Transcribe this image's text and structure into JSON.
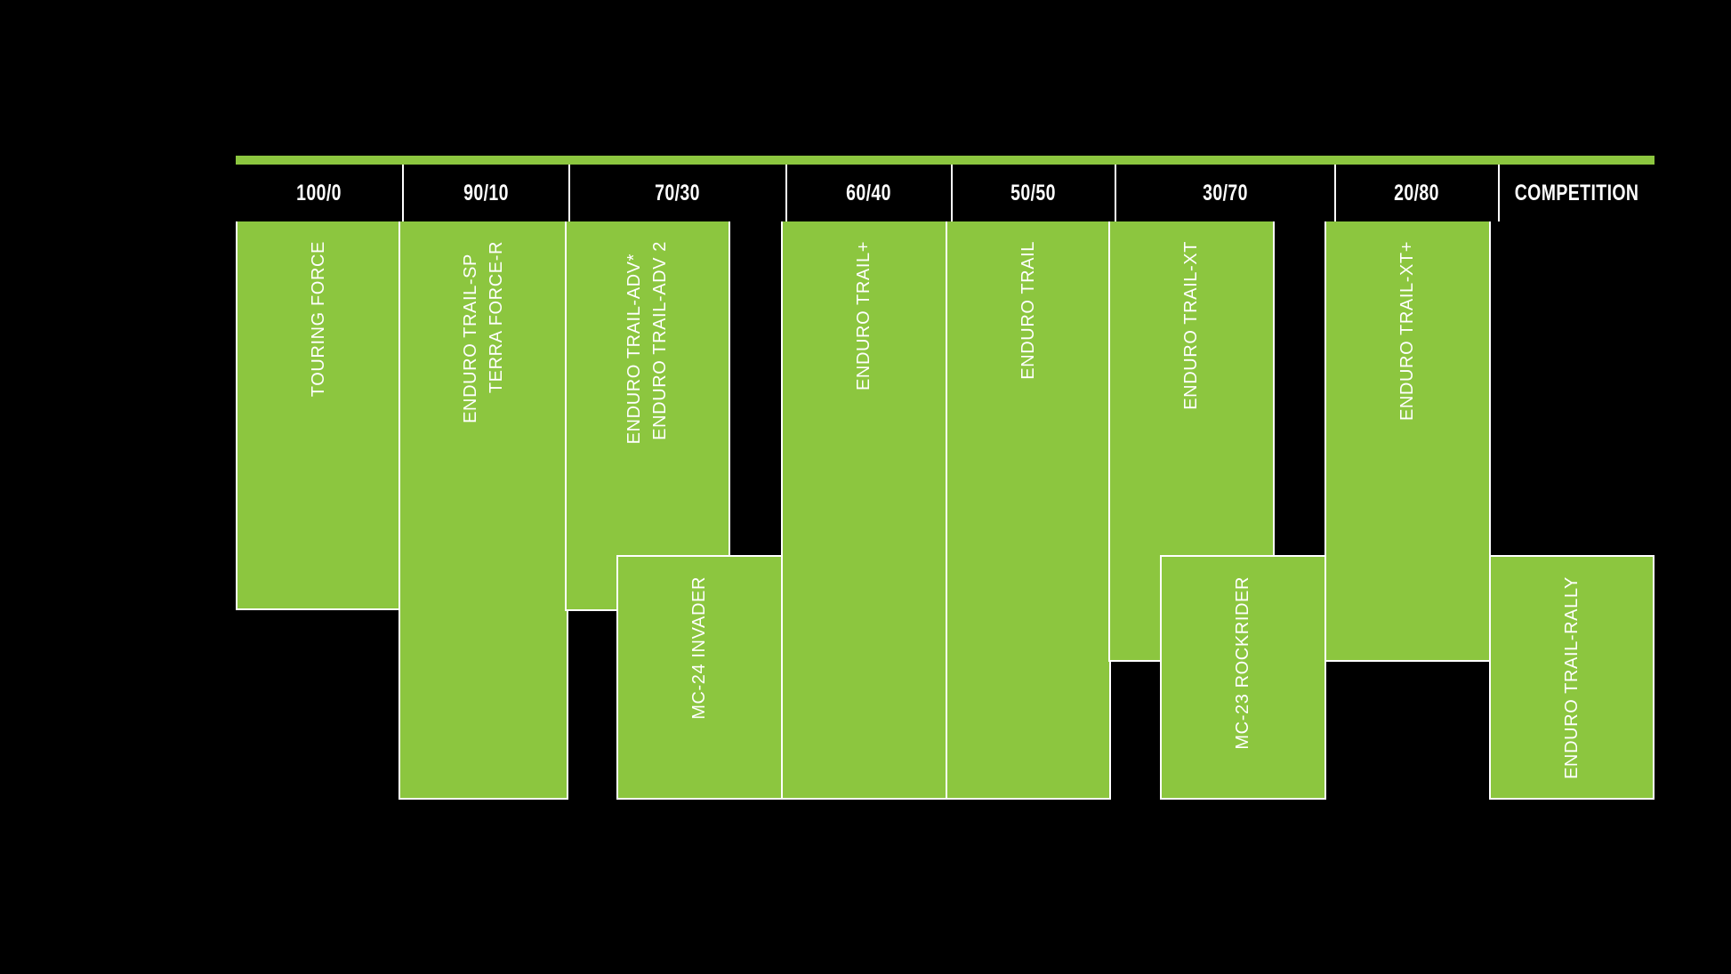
{
  "chart_data": {
    "type": "bar",
    "title": "",
    "subtitle": "",
    "xlabel": "",
    "ylabel": "",
    "grid": false,
    "legend": "none",
    "accent_color": "#8CC63F",
    "background_color": "#000000",
    "border_color": "#FFFFFF",
    "text_color": "#FFFFFF",
    "axis_note": "On-road / Off-road usage ratio columns; bar extent indicates product coverage span",
    "categories": [
      "100/0",
      "90/10",
      "70/30",
      "60/40",
      "50/50",
      "30/70",
      "20/80",
      "COMPETITION"
    ],
    "series": [
      {
        "name": "TOURING FORCE",
        "column": "100/0",
        "span_start_pct": 0,
        "span_end_pct": 68
      },
      {
        "name": "TERRA FORCE-R",
        "column": "90/10",
        "span_start_pct": 0,
        "span_end_pct": 100
      },
      {
        "name": "ENDURO TRAIL-SP",
        "column": "90/10",
        "span_start_pct": 0,
        "span_end_pct": 100
      },
      {
        "name": "ENDURO TRAIL-ADV 2",
        "column": "70/30",
        "span_start_pct": 0,
        "span_end_pct": 68
      },
      {
        "name": "ENDURO TRAIL-ADV*",
        "column": "70/30",
        "span_start_pct": 0,
        "span_end_pct": 68
      },
      {
        "name": "MC-24 INVADER",
        "column": "70/30",
        "span_start_pct": 58,
        "span_end_pct": 100
      },
      {
        "name": "ENDURO TRAIL+",
        "column": "60/40",
        "span_start_pct": 0,
        "span_end_pct": 100
      },
      {
        "name": "ENDURO TRAIL",
        "column": "50/50",
        "span_start_pct": 0,
        "span_end_pct": 100
      },
      {
        "name": "ENDURO TRAIL-XT",
        "column": "30/70",
        "span_start_pct": 0,
        "span_end_pct": 76
      },
      {
        "name": "MC-23 ROCKRIDER",
        "column": "30/70",
        "span_start_pct": 58,
        "span_end_pct": 100
      },
      {
        "name": "ENDURO TRAIL-XT+",
        "column": "20/80",
        "span_start_pct": 0,
        "span_end_pct": 76
      },
      {
        "name": "ENDURO TRAIL-RALLY",
        "column": "COMPETITION",
        "span_start_pct": 58,
        "span_end_pct": 100
      }
    ]
  },
  "header": {
    "columns": [
      {
        "label": "100/0"
      },
      {
        "label": "90/10"
      },
      {
        "label": "70/30"
      },
      {
        "label": "60/40"
      },
      {
        "label": "50/50"
      },
      {
        "label": "30/70"
      },
      {
        "label": "20/80"
      },
      {
        "label": "COMPETITION"
      }
    ]
  },
  "bars": [
    {
      "id": "touring-force",
      "labels": [
        "TOURING FORCE"
      ]
    },
    {
      "id": "terra-force-r",
      "labels": [
        "TERRA FORCE-R",
        "ENDURO TRAIL-SP"
      ]
    },
    {
      "id": "enduro-trail-adv",
      "labels": [
        "ENDURO TRAIL-ADV 2",
        "ENDURO TRAIL-ADV*"
      ]
    },
    {
      "id": "mc-24-invader",
      "labels": [
        "MC-24 INVADER"
      ]
    },
    {
      "id": "enduro-trail-plus",
      "labels": [
        "ENDURO TRAIL+"
      ]
    },
    {
      "id": "enduro-trail",
      "labels": [
        "ENDURO TRAIL"
      ]
    },
    {
      "id": "enduro-trail-xt",
      "labels": [
        "ENDURO TRAIL-XT"
      ]
    },
    {
      "id": "mc-23-rockrider",
      "labels": [
        "MC-23 ROCKRIDER"
      ]
    },
    {
      "id": "enduro-trail-xt-plus",
      "labels": [
        "ENDURO TRAIL-XT+"
      ]
    },
    {
      "id": "enduro-trail-rally",
      "labels": [
        "ENDURO TRAIL-RALLY"
      ]
    }
  ],
  "labels": {
    "touring_force": "TOURING FORCE",
    "terra_force_r": "TERRA FORCE-R",
    "enduro_trail_sp": "ENDURO TRAIL-SP",
    "enduro_trail_adv_2": "ENDURO TRAIL-ADV 2",
    "enduro_trail_adv": "ENDURO TRAIL-ADV*",
    "mc_24_invader": "MC-24 INVADER",
    "enduro_trail_plus": "ENDURO TRAIL+",
    "enduro_trail": "ENDURO TRAIL",
    "enduro_trail_xt": "ENDURO TRAIL-XT",
    "mc_23_rockrider": "MC-23 ROCKRIDER",
    "enduro_trail_xt_plus": "ENDURO TRAIL-XT+",
    "enduro_trail_rally": "ENDURO TRAIL-RALLY"
  }
}
